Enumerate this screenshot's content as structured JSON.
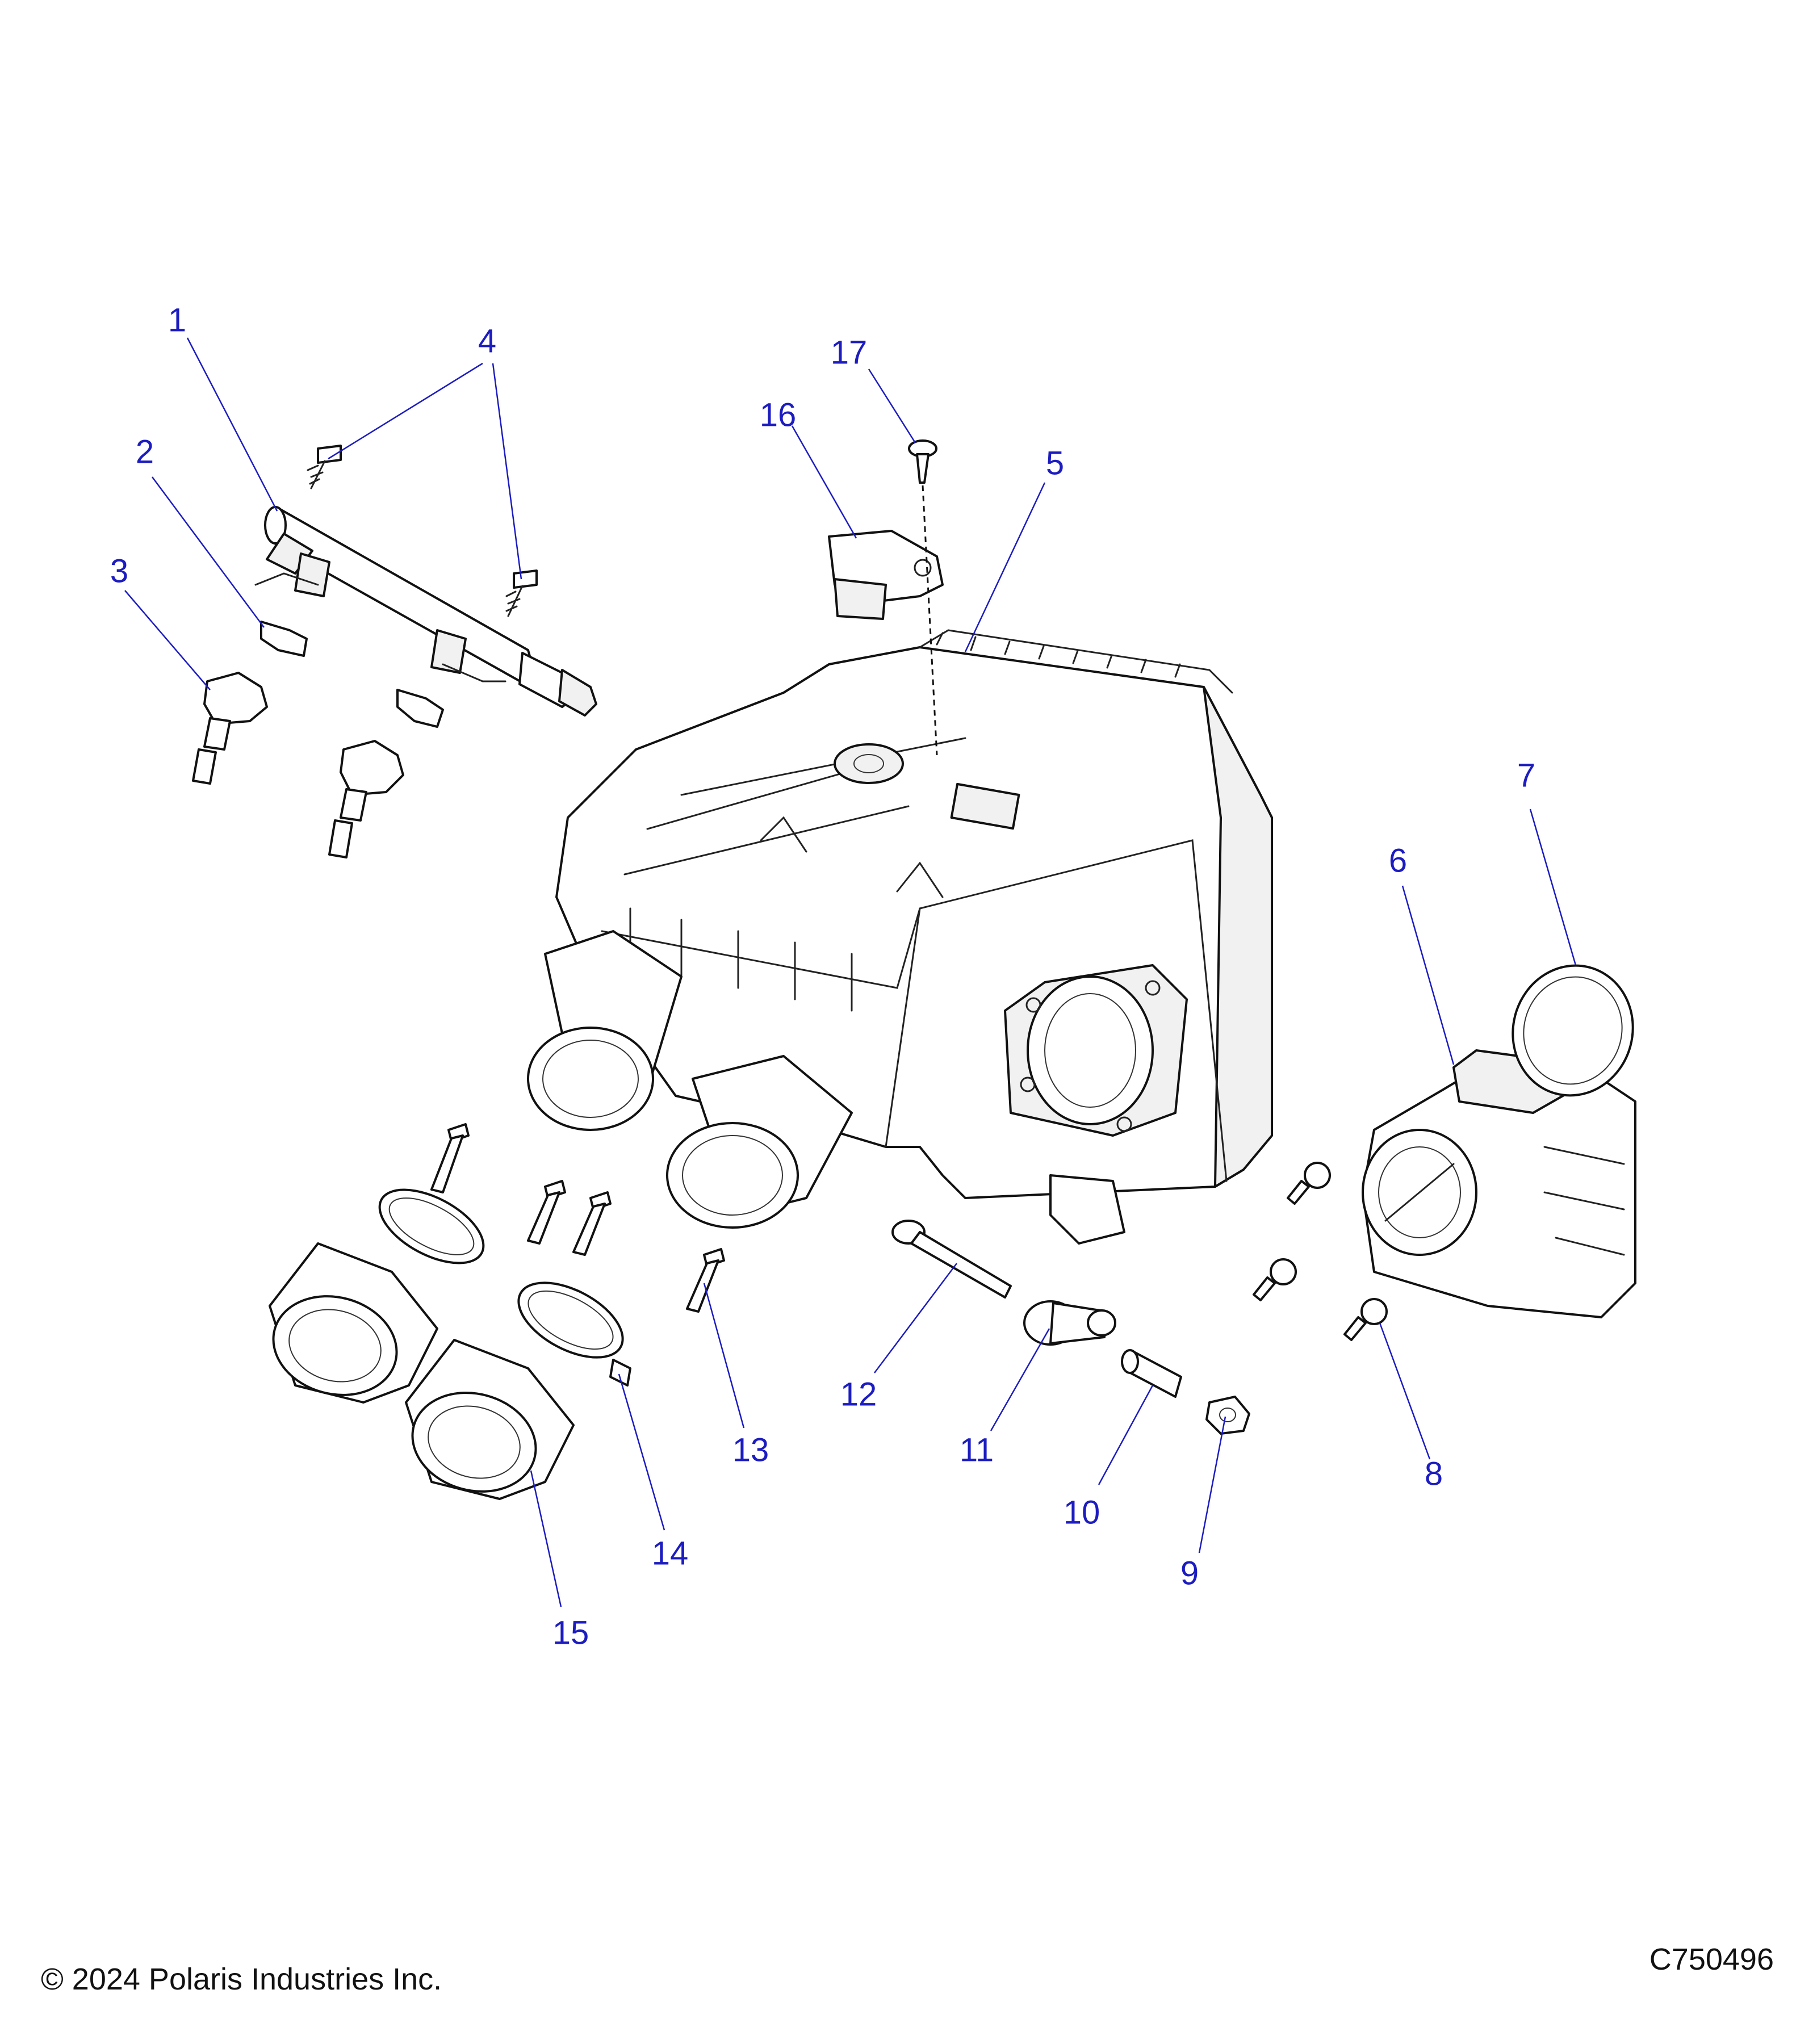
{
  "callouts": [
    {
      "id": "1",
      "label": "1"
    },
    {
      "id": "2",
      "label": "2"
    },
    {
      "id": "3",
      "label": "3"
    },
    {
      "id": "4",
      "label": "4"
    },
    {
      "id": "5",
      "label": "5"
    },
    {
      "id": "6",
      "label": "6"
    },
    {
      "id": "7",
      "label": "7"
    },
    {
      "id": "8",
      "label": "8"
    },
    {
      "id": "9",
      "label": "9"
    },
    {
      "id": "10",
      "label": "10"
    },
    {
      "id": "11",
      "label": "11"
    },
    {
      "id": "12",
      "label": "12"
    },
    {
      "id": "13",
      "label": "13"
    },
    {
      "id": "14",
      "label": "14"
    },
    {
      "id": "15",
      "label": "15"
    },
    {
      "id": "16",
      "label": "16"
    },
    {
      "id": "17",
      "label": "17"
    }
  ],
  "footer": {
    "copyright": "© 2024 Polaris Industries Inc.",
    "figure_id": "C750496"
  },
  "colors": {
    "callout": "#1c1cc0",
    "linework": "#111111",
    "background": "#ffffff"
  }
}
